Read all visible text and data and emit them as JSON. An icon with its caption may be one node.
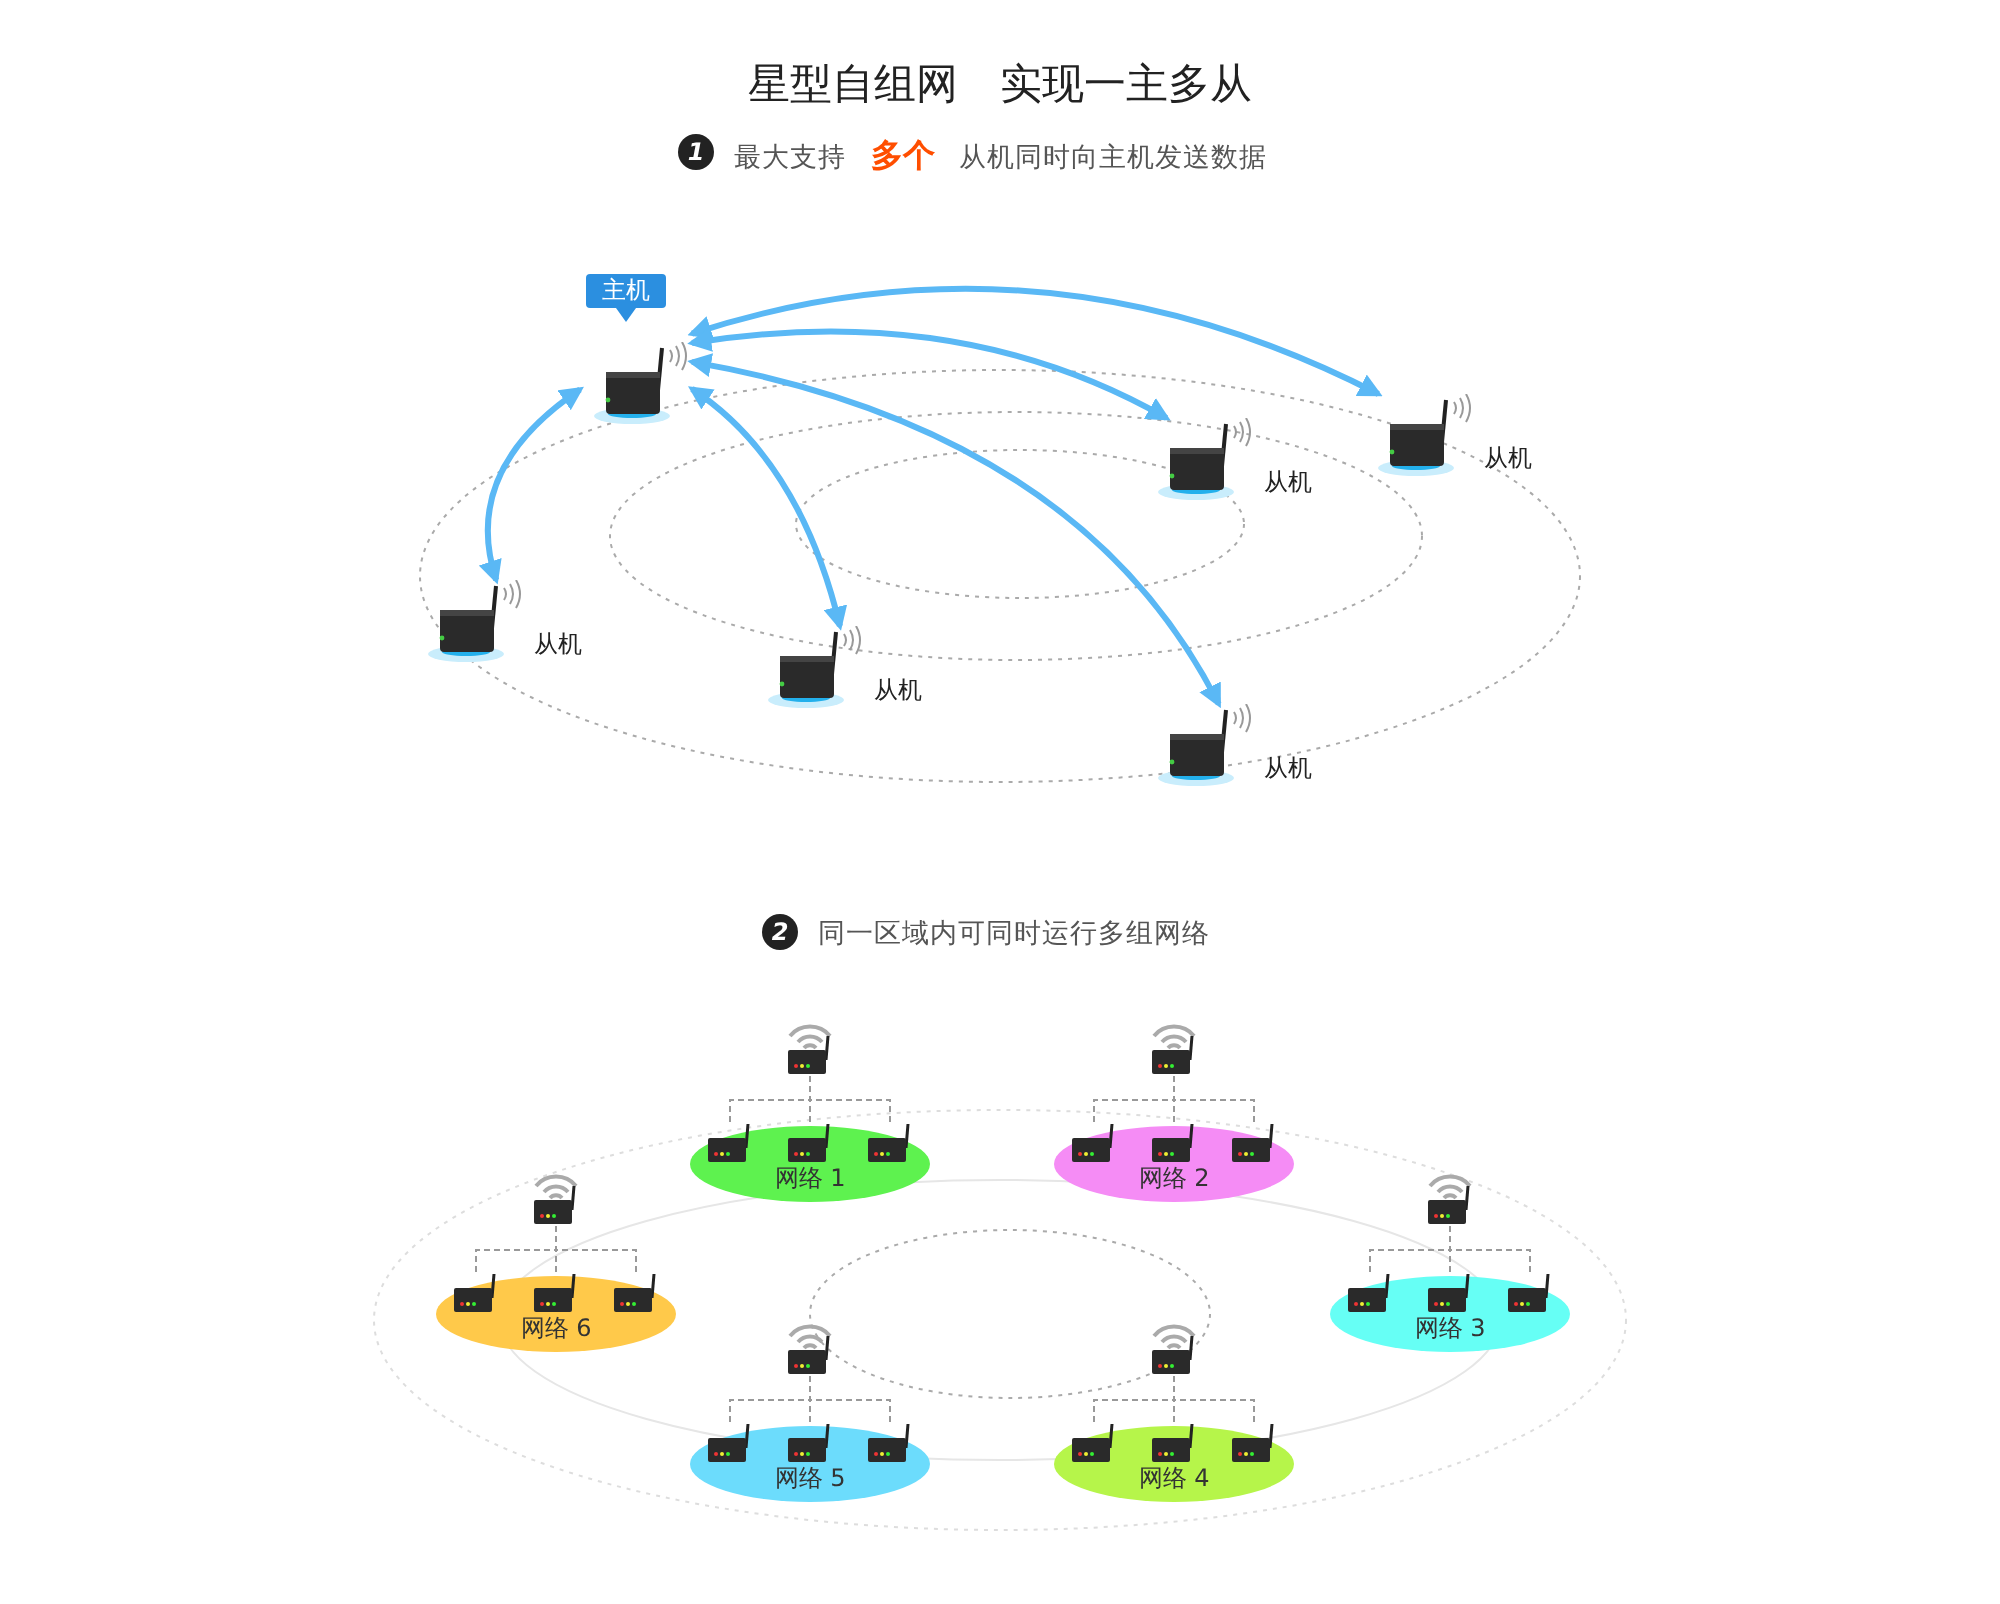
{
  "diagram": {
    "title": "星型自组网 实现一主多从",
    "labels": [
      "1",
      "最大支持 **多个** 从机同时向主机发送数据",
      "2",
      "同一区域内可同时运行多组网络"
    ],
    "nodes": [
      {
        "text": [
          "主机"
        ]
      },
      {
        "text": [
          "从机"
        ]
      },
      {
        "text": [
          "从机"
        ]
      },
      {
        "text": [
          "从机"
        ]
      },
      {
        "text": [
          "从机"
        ]
      },
      {
        "text": [
          "从机"
        ]
      },
      {
        "text": [
          "网络 1"
        ]
      },
      {
        "text": [],
        "shape": "picture"
      },
      {
        "text": [],
        "shape": "picture",
        "in": 6
      },
      {
        "text": [],
        "shape": "picture",
        "in": 6
      },
      {
        "text": [],
        "shape": "picture",
        "in": 6
      },
      {
        "text": [
          "网络 2"
        ]
      },
      {
        "text": [],
        "shape": "picture"
      },
      {
        "text": [],
        "shape": "picture",
        "in": 11
      },
      {
        "text": [],
        "shape": "picture",
        "in": 11
      },
      {
        "text": [],
        "shape": "picture",
        "in": 11
      },
      {
        "text": [
          "网络 6"
        ]
      },
      {
        "text": [],
        "shape": "picture"
      },
      {
        "text": [],
        "shape": "picture",
        "in": 16
      },
      {
        "text": [],
        "shape": "picture",
        "in": 16
      },
      {
        "text": [],
        "shape": "picture",
        "in": 16
      },
      {
        "text": [
          "网络 3"
        ]
      },
      {
        "text": [],
        "shape": "picture"
      },
      {
        "text": [],
        "shape": "picture",
        "in": 21
      },
      {
        "text": [],
        "shape": "picture",
        "in": 21
      },
      {
        "text": [],
        "shape": "picture",
        "in": 21
      },
      {
        "text": [
          "网络 5"
        ]
      },
      {
        "text": [],
        "shape": "picture"
      },
      {
        "text": [],
        "shape": "picture",
        "in": 26
      },
      {
        "text": [],
        "shape": "picture",
        "in": 26
      },
      {
        "text": [],
        "shape": "picture",
        "in": 26
      },
      {
        "text": [
          "网络 4"
        ]
      },
      {
        "text": [],
        "shape": "picture"
      },
      {
        "text": [],
        "shape": "picture",
        "in": 31
      },
      {
        "text": [],
        "shape": "picture",
        "in": 31
      },
      {
        "text": [],
        "shape": "picture",
        "in": 31
      }
    ],
    "edges": [
      {
        "from": 0,
        "to": 1,
        "arrow": "both",
        "style": "thick",
        "color": "#5ab8f5"
      },
      {
        "from": 0,
        "to": 2,
        "arrow": "both",
        "style": "thick",
        "color": "#5ab8f5"
      },
      {
        "from": 0,
        "to": 3,
        "arrow": "both",
        "style": "thick",
        "color": "#5ab8f5"
      },
      {
        "from": 0,
        "to": 4,
        "arrow": "both",
        "style": "thick",
        "color": "#5ab8f5"
      },
      {
        "from": 0,
        "to": 5,
        "arrow": "both",
        "style": "thick",
        "color": "#5ab8f5"
      },
      {
        "from": 7,
        "to": 8,
        "arrow": "none",
        "style": "dashed"
      },
      {
        "from": 7,
        "to": 9,
        "arrow": "none",
        "style": "dashed"
      },
      {
        "from": 7,
        "to": 10,
        "arrow": "none",
        "style": "dashed"
      },
      {
        "from": 12,
        "to": 13,
        "arrow": "none",
        "style": "dashed"
      },
      {
        "from": 12,
        "to": 14,
        "arrow": "none",
        "style": "dashed"
      },
      {
        "from": 12,
        "to": 15,
        "arrow": "none",
        "style": "dashed"
      },
      {
        "from": 17,
        "to": 18,
        "arrow": "none",
        "style": "dashed"
      },
      {
        "from": 17,
        "to": 19,
        "arrow": "none",
        "style": "dashed"
      },
      {
        "from": 17,
        "to": 20,
        "arrow": "none",
        "style": "dashed"
      },
      {
        "from": 22,
        "to": 23,
        "arrow": "none",
        "style": "dashed"
      },
      {
        "from": 22,
        "to": 24,
        "arrow": "none",
        "style": "dashed"
      },
      {
        "from": 22,
        "to": 25,
        "arrow": "none",
        "style": "dashed"
      },
      {
        "from": 27,
        "to": 28,
        "arrow": "none",
        "style": "dashed"
      },
      {
        "from": 27,
        "to": 29,
        "arrow": "none",
        "style": "dashed"
      },
      {
        "from": 27,
        "to": 30,
        "arrow": "none",
        "style": "dashed"
      },
      {
        "from": 32,
        "to": 33,
        "arrow": "none",
        "style": "dashed"
      },
      {
        "from": 32,
        "to": 34,
        "arrow": "none",
        "style": "dashed"
      },
      {
        "from": 32,
        "to": 35,
        "arrow": "none",
        "style": "dashed"
      }
    ]
  }
}
